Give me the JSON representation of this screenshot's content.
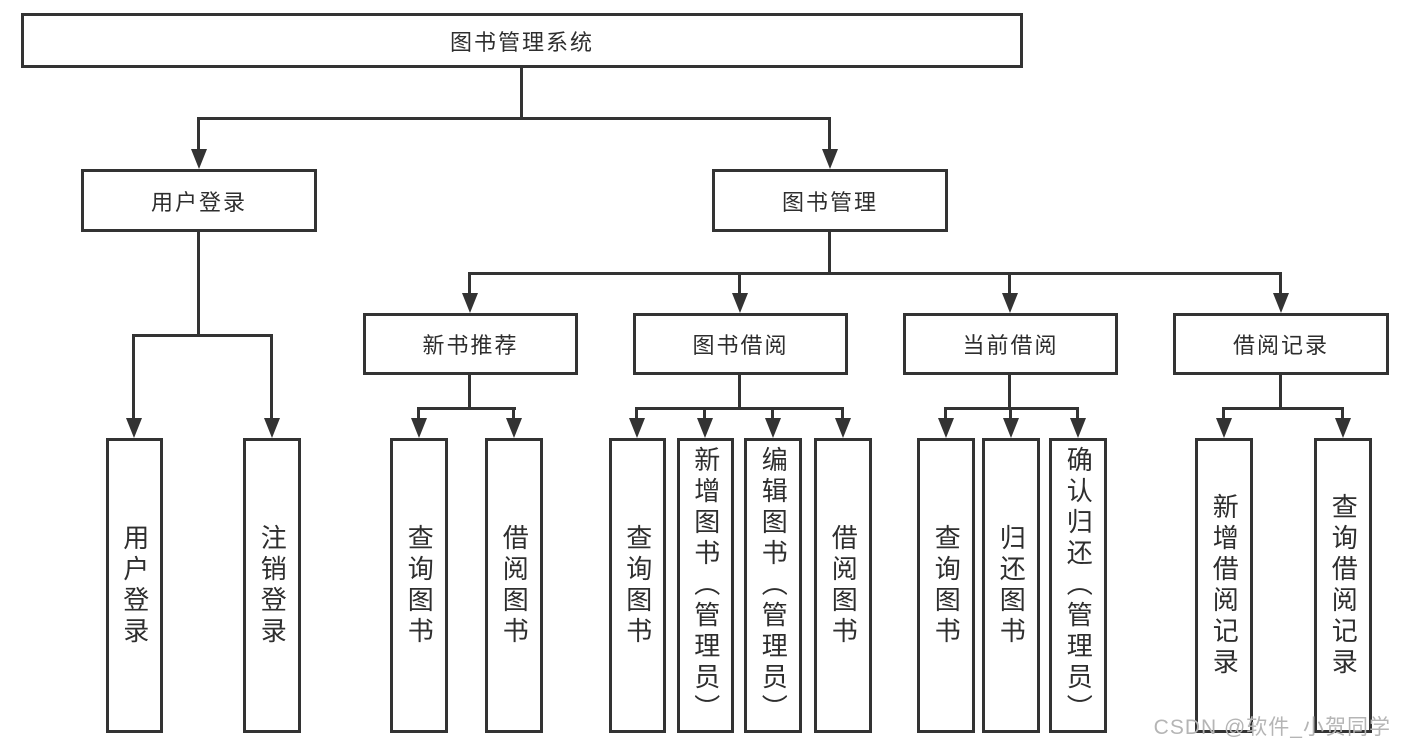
{
  "diagram": {
    "root": {
      "label": "图书管理系统"
    },
    "branches": [
      {
        "label": "用户登录",
        "children": [
          {
            "label": "用户登录"
          },
          {
            "label": "注销登录"
          }
        ]
      },
      {
        "label": "图书管理",
        "children": [
          {
            "label": "新书推荐",
            "children": [
              {
                "label": "查询图书"
              },
              {
                "label": "借阅图书"
              }
            ]
          },
          {
            "label": "图书借阅",
            "children": [
              {
                "label": "查询图书"
              },
              {
                "label": "新增图书（管理员）"
              },
              {
                "label": "编辑图书（管理员）"
              },
              {
                "label": "借阅图书"
              }
            ]
          },
          {
            "label": "当前借阅",
            "children": [
              {
                "label": "查询图书"
              },
              {
                "label": "归还图书"
              },
              {
                "label": "确认归还（管理员）"
              }
            ]
          },
          {
            "label": "借阅记录",
            "children": [
              {
                "label": "新增借阅记录"
              },
              {
                "label": "查询借阅记录"
              }
            ]
          }
        ]
      }
    ]
  },
  "watermark": {
    "text": "CSDN @软件_小贺同学"
  },
  "colors": {
    "line": "#333333",
    "text": "#2e2e2e",
    "box_background": "#ffffff",
    "watermark": "#b5b5b5"
  }
}
